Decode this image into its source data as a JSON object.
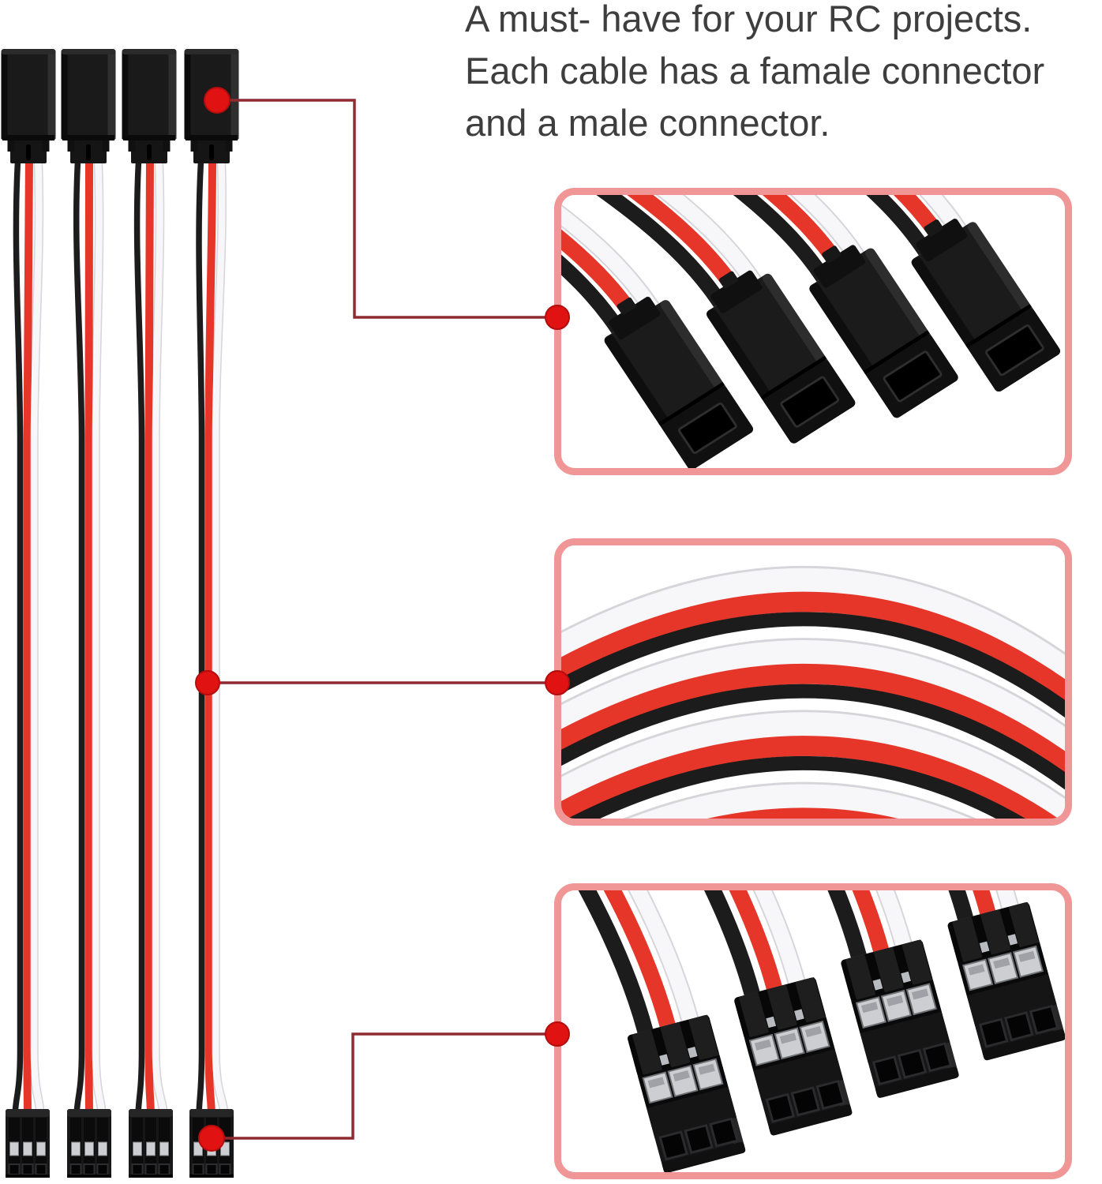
{
  "headline": {
    "lines": [
      "A must- have for your RC projects.",
      "Each cable has a famale connector",
      "and a male connector."
    ]
  },
  "figure": {
    "cable_count": 4,
    "detail_views": 3
  },
  "colors": {
    "background": "#ffffff",
    "headline_text": "#3e3e3e",
    "callout_line": "#8e2b30",
    "callout_dot": "#e01212",
    "callout_dot_rim": "#b50d0d",
    "box_border": "#f09696",
    "wire_red": "#e6362a",
    "wire_black": "#1c1c1c",
    "wire_white": "#f7f7f9",
    "wire_white_edge": "#d5d5da",
    "connector_black": "#1a1a1a",
    "metal_contact": "#cdced2"
  }
}
